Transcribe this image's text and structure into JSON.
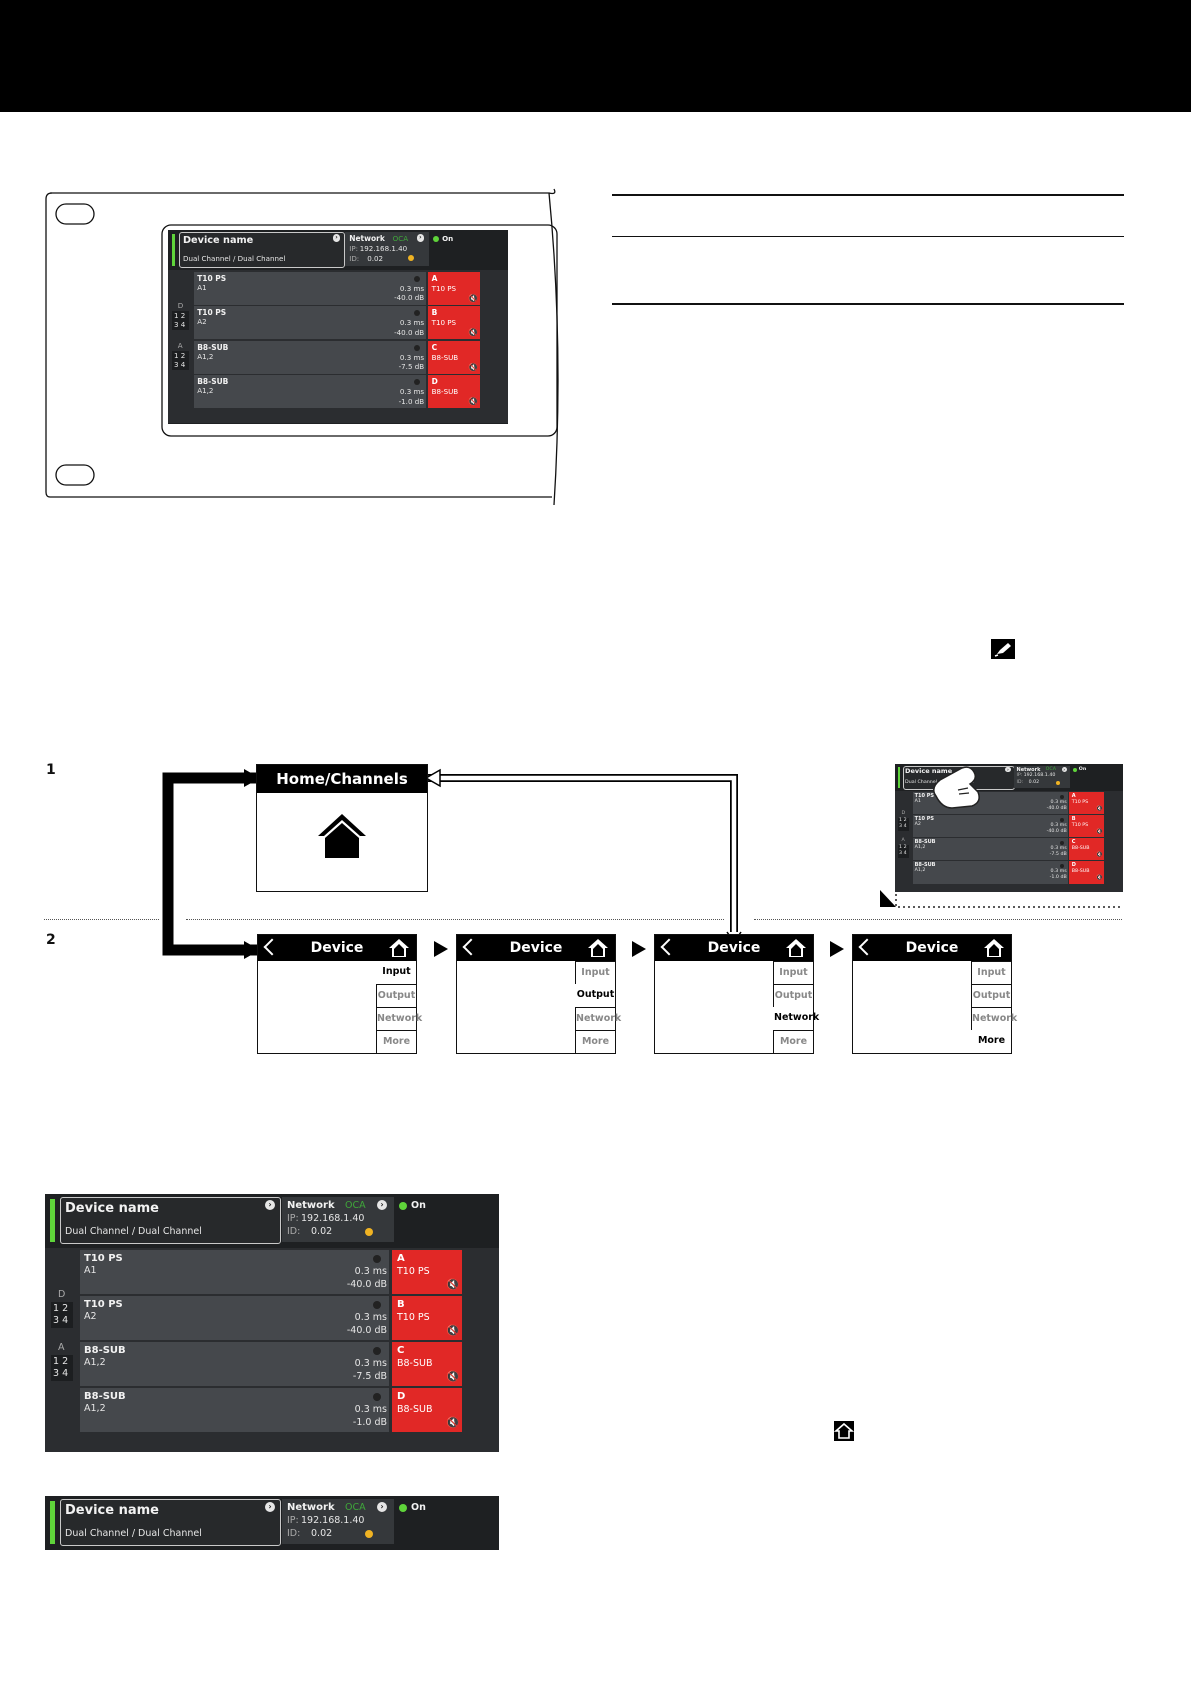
{
  "step_labels": [
    "1",
    "2"
  ],
  "home_screen": {
    "device_name": "Device name",
    "channel_mode": "Dual Channel / Dual Channel",
    "network_label": "Network",
    "protocol": "OCA",
    "ip_label": "IP:",
    "ip": "192.168.1.40",
    "id_label": "ID:",
    "id": "0.02",
    "power": "On",
    "input_groups": [
      {
        "letter": "D",
        "nums": [
          "1 2",
          "3 4"
        ]
      },
      {
        "letter": "A",
        "nums": [
          "1 2",
          "3 4"
        ]
      }
    ],
    "channels": [
      {
        "speaker": "T10 PS",
        "input": "A1",
        "delay": "0.3 ms",
        "gain": "-40.0 dB",
        "ch": "A",
        "tag": "T10 PS"
      },
      {
        "speaker": "T10 PS",
        "input": "A2",
        "delay": "0.3 ms",
        "gain": "-40.0 dB",
        "ch": "B",
        "tag": "T10 PS"
      },
      {
        "speaker": "B8-SUB",
        "input": "A1,2",
        "delay": "0.3 ms",
        "gain": "-7.5 dB",
        "ch": "C",
        "tag": "B8-SUB"
      },
      {
        "speaker": "B8-SUB",
        "input": "A1,2",
        "delay": "0.3 ms",
        "gain": "-1.0 dB",
        "ch": "D",
        "tag": "B8-SUB"
      }
    ],
    "colors": {
      "status_green": "#5fd43a",
      "mute_red": "#e12826",
      "oca_green": "#3fa83a",
      "id_dot": "#f0b323"
    }
  },
  "navigation": {
    "home_title": "Home/Channels",
    "device_title": "Device",
    "menu_items": [
      "Input",
      "Output",
      "Network",
      "More"
    ]
  },
  "icons": {
    "edit": "edit-pen-icon",
    "home": "home-icon"
  }
}
